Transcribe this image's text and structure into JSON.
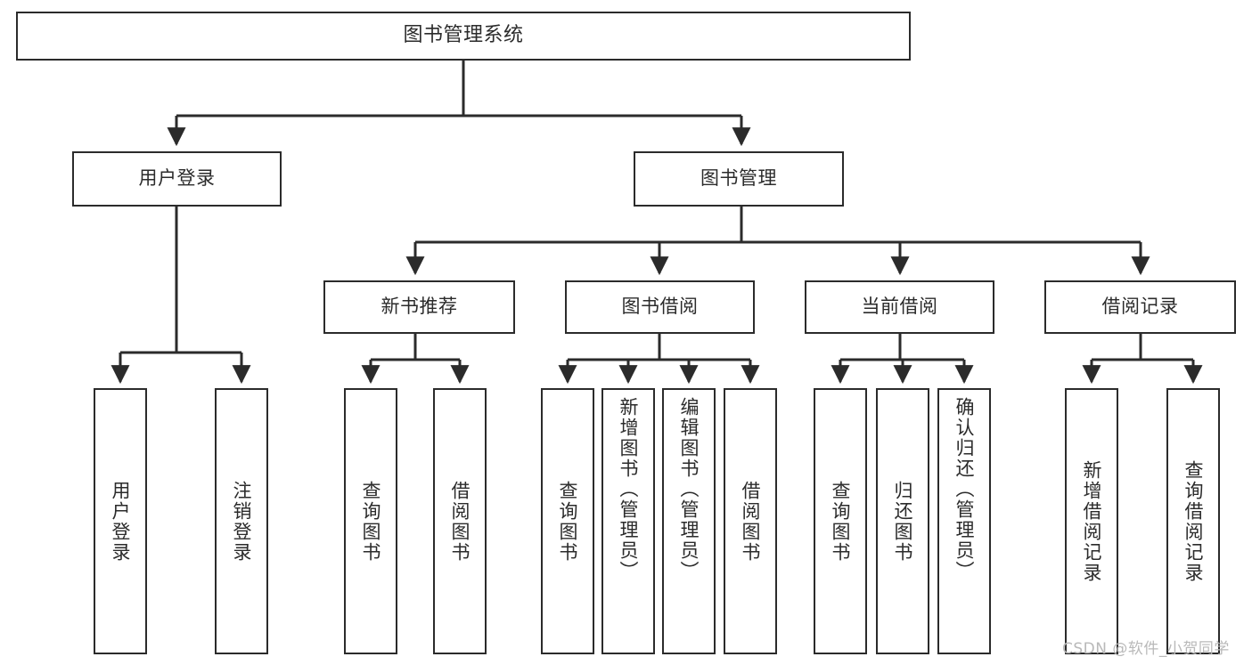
{
  "diagram": {
    "title": "图书管理系统",
    "type": "tree",
    "watermark": "CSDN @软件_小贺同学",
    "colors": {
      "background": "#ffffff",
      "node_fill": "#ffffff",
      "node_border": "#2b2b2b",
      "edge": "#2b2b2b",
      "text": "#2b2b2b",
      "watermark": "#b9b9b9"
    },
    "nodes": {
      "root": {
        "label": "图书管理系统"
      },
      "level2": [
        {
          "id": "user-login",
          "label": "用户登录"
        },
        {
          "id": "book-management",
          "label": "图书管理"
        }
      ],
      "level3": [
        {
          "id": "new-book-recommend",
          "label": "新书推荐"
        },
        {
          "id": "book-borrow",
          "label": "图书借阅"
        },
        {
          "id": "current-borrow",
          "label": "当前借阅"
        },
        {
          "id": "borrow-record",
          "label": "借阅记录"
        }
      ],
      "leaves": {
        "user_login": [
          {
            "id": "leaf-user-login",
            "label": "用户登录"
          },
          {
            "id": "leaf-logout-login",
            "label": "注销登录"
          }
        ],
        "new_book_recommend": [
          {
            "id": "leaf-query-book-1",
            "label": "查询图书"
          },
          {
            "id": "leaf-borrow-book-1",
            "label": "借阅图书"
          }
        ],
        "book_borrow": [
          {
            "id": "leaf-query-book-2",
            "label": "查询图书"
          },
          {
            "id": "leaf-add-book",
            "label": "新增图书（管理员）"
          },
          {
            "id": "leaf-edit-book",
            "label": "编辑图书（管理员）"
          },
          {
            "id": "leaf-borrow-book-2",
            "label": "借阅图书"
          }
        ],
        "current_borrow": [
          {
            "id": "leaf-query-book-3",
            "label": "查询图书"
          },
          {
            "id": "leaf-return-book",
            "label": "归还图书"
          },
          {
            "id": "leaf-confirm-return",
            "label": "确认归还（管理员）"
          }
        ],
        "borrow_record": [
          {
            "id": "leaf-add-record",
            "label": "新增借阅记录"
          },
          {
            "id": "leaf-query-record",
            "label": "查询借阅记录"
          }
        ]
      }
    }
  }
}
